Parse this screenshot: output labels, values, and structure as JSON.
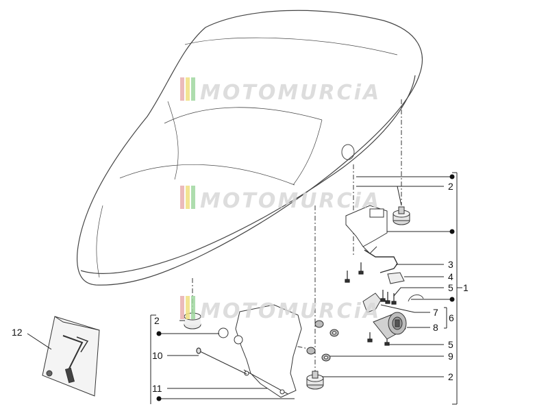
{
  "watermark": {
    "text": "MOTOMURCiA",
    "colors": [
      "#e8b0b0",
      "#f0e080",
      "#a0d8a0"
    ]
  },
  "callouts": [
    {
      "id": "1",
      "label": "1"
    },
    {
      "id": "2a",
      "label": "2"
    },
    {
      "id": "2b",
      "label": "2"
    },
    {
      "id": "2c",
      "label": "2"
    },
    {
      "id": "3",
      "label": "3"
    },
    {
      "id": "4",
      "label": "4"
    },
    {
      "id": "5a",
      "label": "5"
    },
    {
      "id": "5b",
      "label": "5"
    },
    {
      "id": "6",
      "label": "6"
    },
    {
      "id": "7",
      "label": "7"
    },
    {
      "id": "8",
      "label": "8"
    },
    {
      "id": "9",
      "label": "9"
    },
    {
      "id": "10",
      "label": "10"
    },
    {
      "id": "11",
      "label": "11"
    },
    {
      "id": "12",
      "label": "12"
    }
  ]
}
